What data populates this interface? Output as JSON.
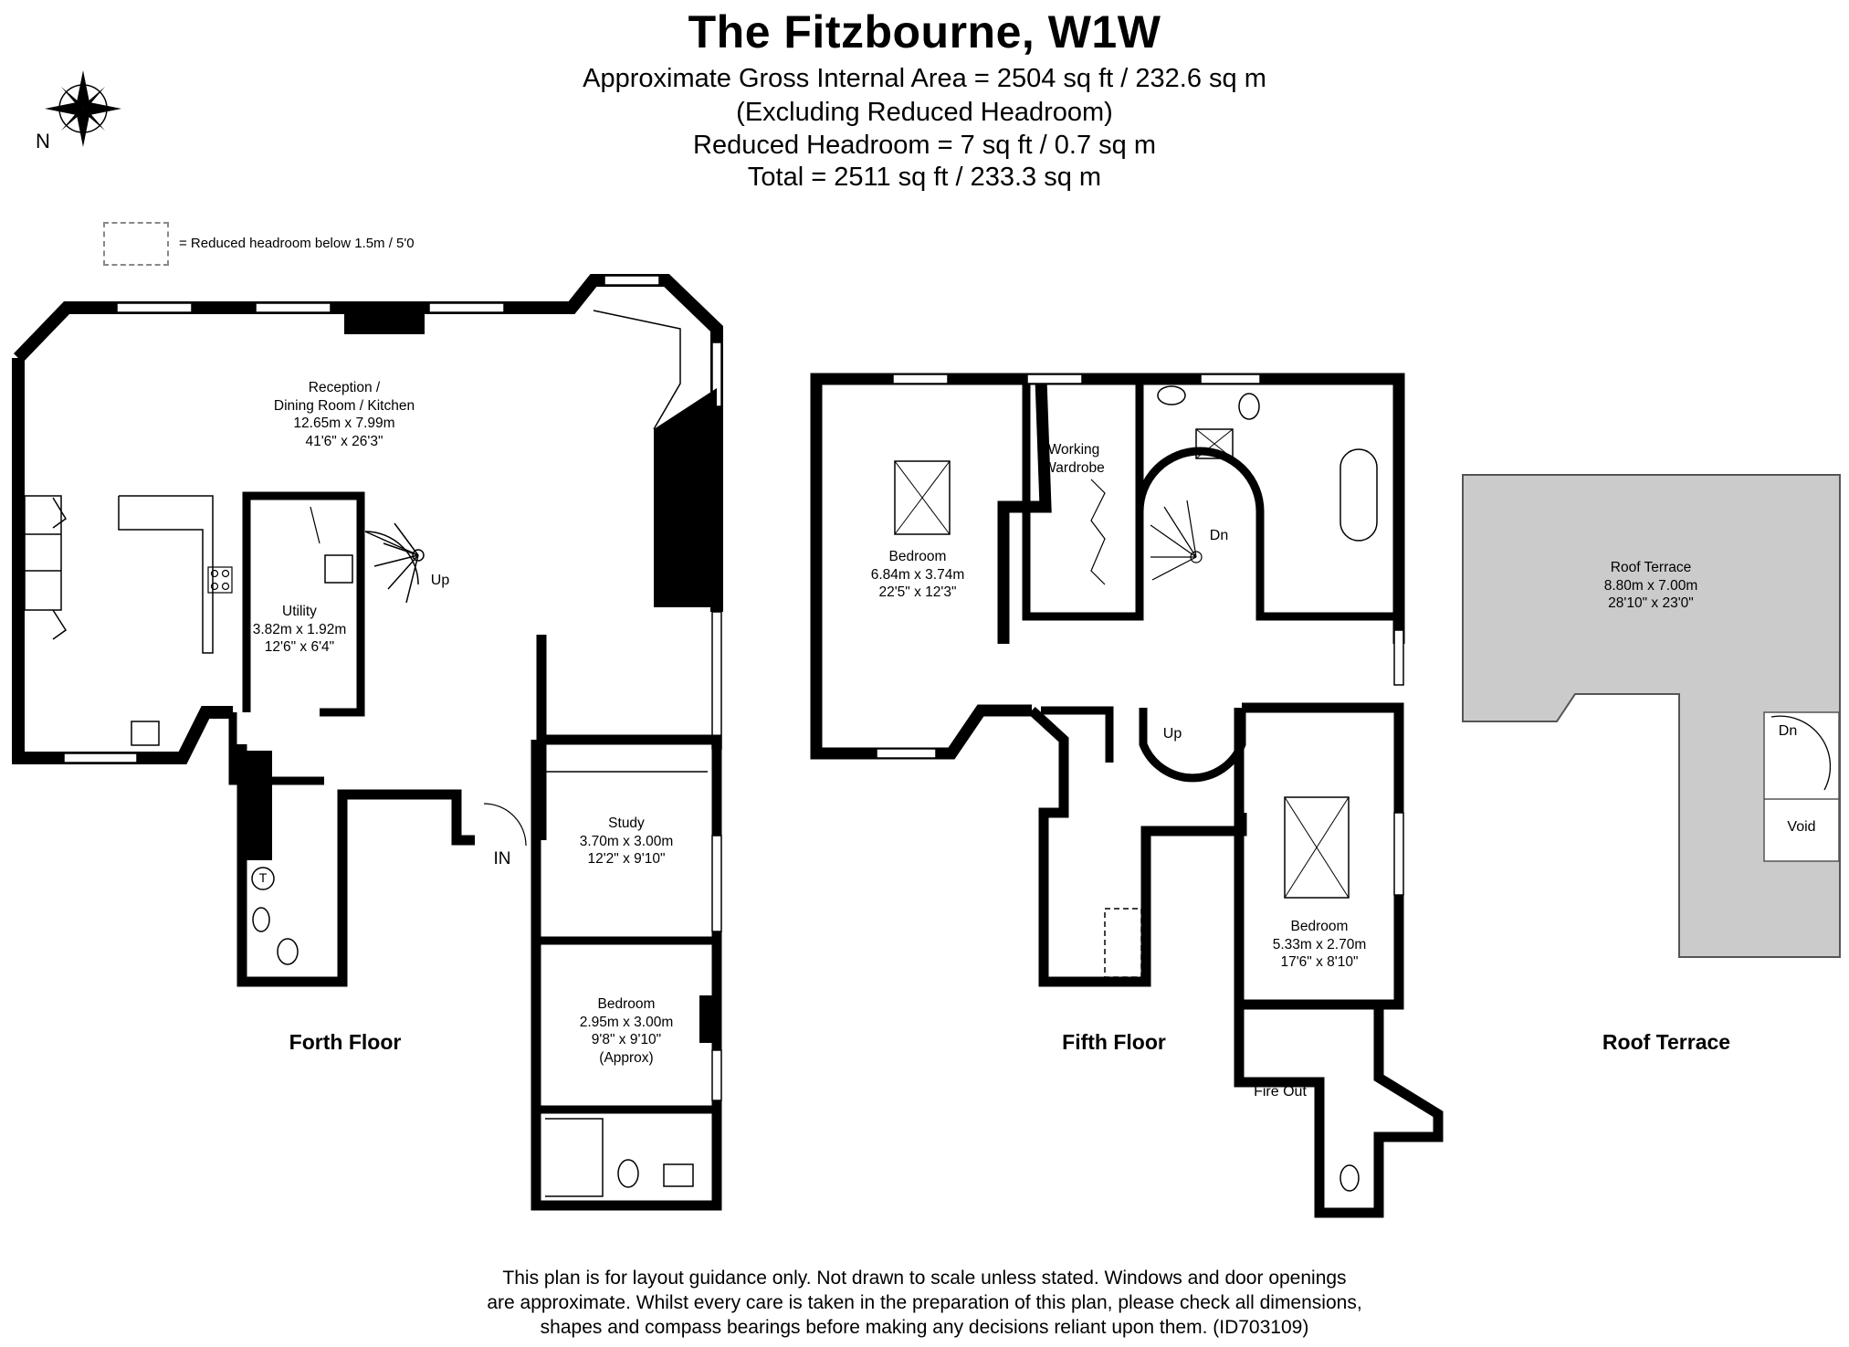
{
  "title": "The Fitzbourne, W1W",
  "areas": [
    "Approximate Gross Internal Area = 2504 sq ft / 232.6 sq m",
    "(Excluding Reduced Headroom)",
    "Reduced Headroom = 7 sq ft / 0.7 sq m",
    "Total = 2511 sq ft / 233.3 sq m"
  ],
  "compass": {
    "label": "N"
  },
  "legend": {
    "text": "= Reduced headroom below 1.5m / 5'0"
  },
  "colors": {
    "wall": "#000000",
    "terrace": "#cbcbcb",
    "headroom_dash": "#888888"
  },
  "floors": {
    "fourth": {
      "name": "Forth Floor",
      "rooms": {
        "reception": {
          "name": "Reception /\nDining Room / Kitchen",
          "metric": "12.65m x 7.99m",
          "imperial": "41'6\" x 26'3\""
        },
        "utility": {
          "name": "Utility",
          "metric": "3.82m x 1.92m",
          "imperial": "12'6\" x 6'4\""
        },
        "study": {
          "name": "Study",
          "metric": "3.70m x 3.00m",
          "imperial": "12'2\" x 9'10\""
        },
        "bedroom": {
          "name": "Bedroom",
          "metric": "2.95m x 3.00m",
          "imperial": "9'8\" x 9'10\"",
          "note": "(Approx)"
        }
      },
      "stair_label": "Up",
      "entrance_label": "IN",
      "cupboard_label": "T"
    },
    "fifth": {
      "name": "Fifth Floor",
      "rooms": {
        "bedroom1": {
          "name": "Bedroom",
          "metric": "6.84m x 3.74m",
          "imperial": "22'5\" x 12'3\""
        },
        "wardrobe": {
          "name": "Working\nWardrobe"
        },
        "bedroom2": {
          "name": "Bedroom",
          "metric": "5.33m x 2.70m",
          "imperial": "17'6\" x 8'10\""
        }
      },
      "stair_down": "Dn",
      "stair_up": "Up",
      "fire_exit": "Fire Out"
    },
    "roof": {
      "name": "Roof Terrace",
      "rooms": {
        "terrace": {
          "name": "Roof Terrace",
          "metric": "8.80m x 7.00m",
          "imperial": "28'10\" x 23'0\""
        }
      },
      "stair_down": "Dn",
      "void_label": "Void"
    }
  },
  "disclaimer": [
    "This plan is for layout guidance only. Not drawn to scale unless stated. Windows and door openings",
    "are approximate. Whilst every care is taken in the preparation of this plan, please check all dimensions,",
    "shapes and compass bearings before making any decisions reliant upon them. (ID703109)"
  ]
}
